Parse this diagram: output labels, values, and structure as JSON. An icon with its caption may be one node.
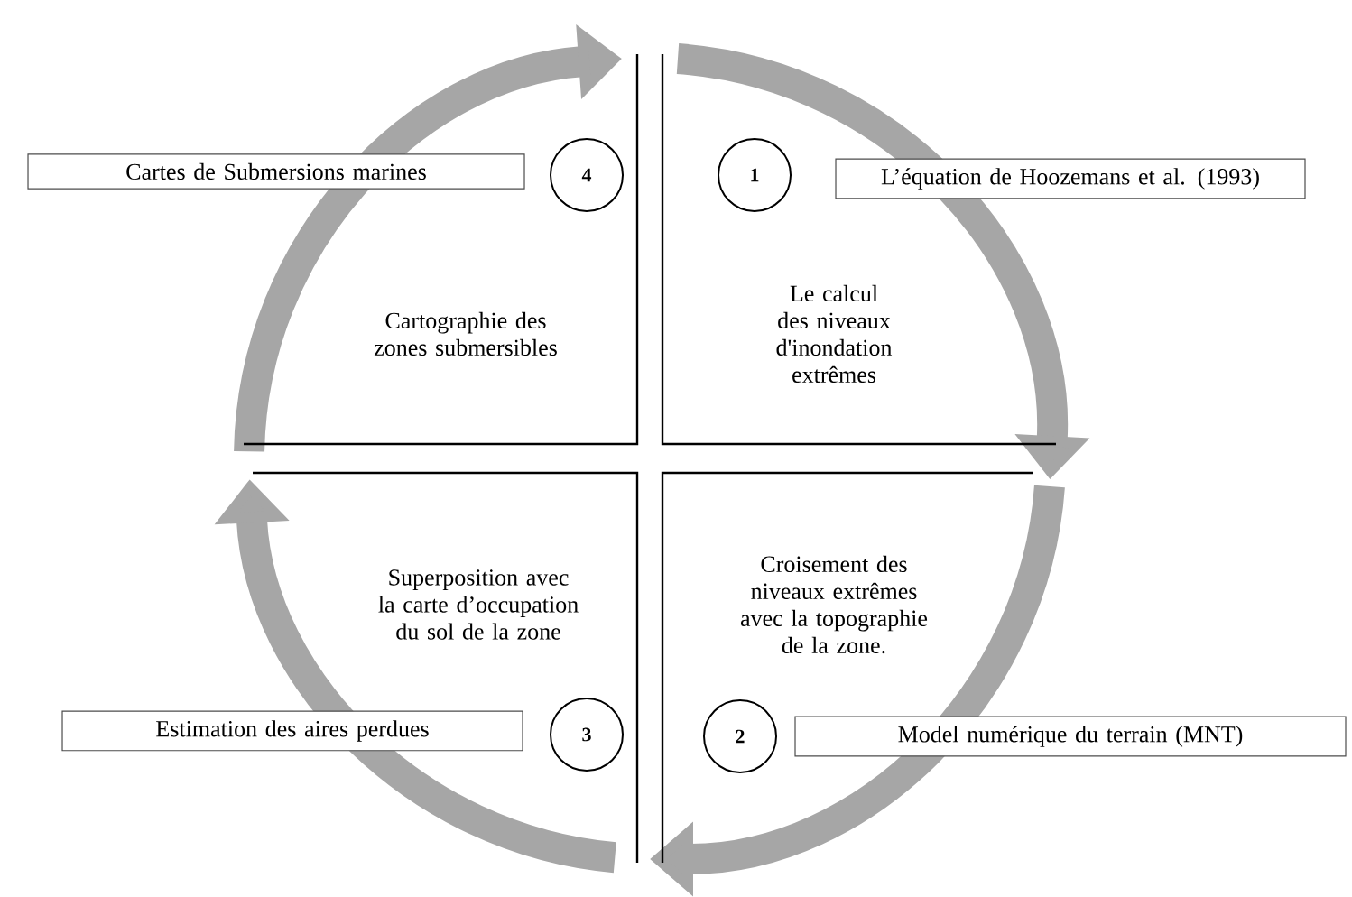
{
  "diagram": {
    "nodes": [
      {
        "text": [
          "L’équation de Hoozemans et al. (1993)"
        ]
      },
      {
        "text": [
          "1"
        ]
      },
      {
        "text": [
          "Le calcul des niveaux d'inondation extrêmes"
        ]
      },
      {
        "text": [
          "2"
        ]
      },
      {
        "text": [
          "Model numérique du terrain (MNT)"
        ]
      },
      {
        "text": [
          "Croisement des niveaux extrêmes avec la topographie de la zone."
        ]
      },
      {
        "text": [
          "3"
        ]
      },
      {
        "text": [
          "Estimation des aires perdues"
        ]
      },
      {
        "text": [
          "Superposition avec la carte d’occupation du sol de la zone"
        ]
      },
      {
        "text": [
          "4"
        ]
      },
      {
        "text": [
          "Cartes de Submersions marines"
        ]
      },
      {
        "text": [
          "Cartographie des zones submersibles"
        ]
      }
    ]
  }
}
